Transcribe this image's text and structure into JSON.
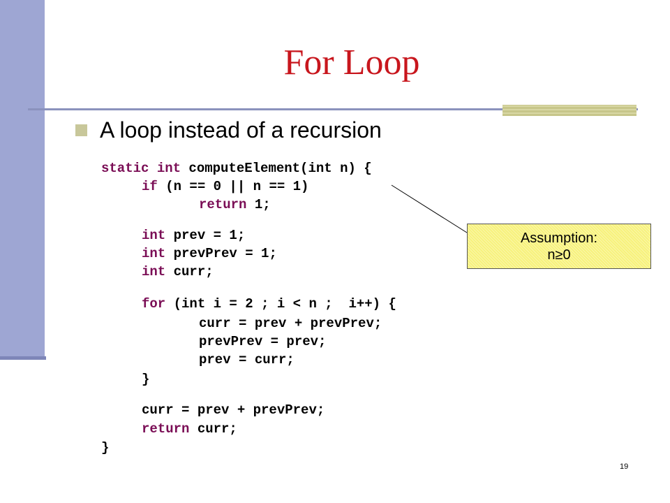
{
  "slide": {
    "title": "For Loop",
    "bullet": "A loop instead of a recursion",
    "page_number": "19"
  },
  "code": {
    "lines": [
      {
        "kw": "static int",
        "rest": " computeElement(int n) {"
      },
      {
        "kw": "if",
        "rest": " (n == 0 || n == 1)"
      },
      {
        "kw": "return",
        "rest": " 1;"
      },
      {
        "kw": "int",
        "rest": " prev = 1;"
      },
      {
        "kw": "int",
        "rest": " prevPrev = 1;"
      },
      {
        "kw": "int",
        "rest": " curr;"
      },
      {
        "kw": "for",
        "rest": " (int i = 2 ; i < n ;  i++) {"
      },
      {
        "kw": "",
        "rest": "curr = prev + prevPrev;"
      },
      {
        "kw": "",
        "rest": "prevPrev = prev;"
      },
      {
        "kw": "",
        "rest": "prev = curr;"
      },
      {
        "kw": "",
        "rest": "}"
      },
      {
        "kw": "",
        "rest": "curr = prev + prevPrev;"
      },
      {
        "kw": "return",
        "rest": " curr;"
      },
      {
        "kw": "",
        "rest": "}"
      }
    ]
  },
  "callout": {
    "line1": "Assumption:",
    "line2": "n≥0"
  },
  "colors": {
    "title": "#c8161d",
    "keyword": "#7a0d55",
    "left_bar": "#9ea6d3",
    "callout_fill": "#f7f27d"
  }
}
